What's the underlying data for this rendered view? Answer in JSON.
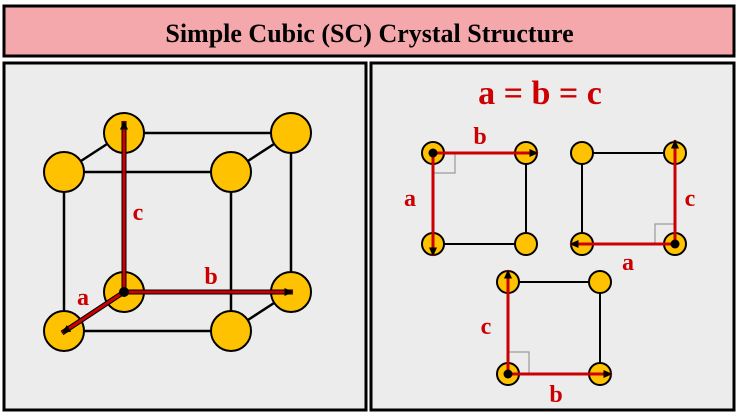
{
  "title": "Simple Cubic (SC) Crystal Structure",
  "equation": "a = b = c",
  "colors": {
    "title_bg": "#f4a8ab",
    "panel_bg": "#ececec",
    "atom_fill": "#ffc200",
    "atom_stroke": "#000000",
    "arrow": "#cc0000",
    "label": "#cc0000",
    "edge": "#000000"
  },
  "cube": {
    "labels": {
      "a": "a",
      "b": "b",
      "c": "c"
    }
  },
  "faces": [
    {
      "id": "face-ab",
      "labels": [
        "b",
        "a"
      ]
    },
    {
      "id": "face-ac",
      "labels": [
        "c",
        "a"
      ]
    },
    {
      "id": "face-cb",
      "labels": [
        "c",
        "b"
      ]
    }
  ]
}
